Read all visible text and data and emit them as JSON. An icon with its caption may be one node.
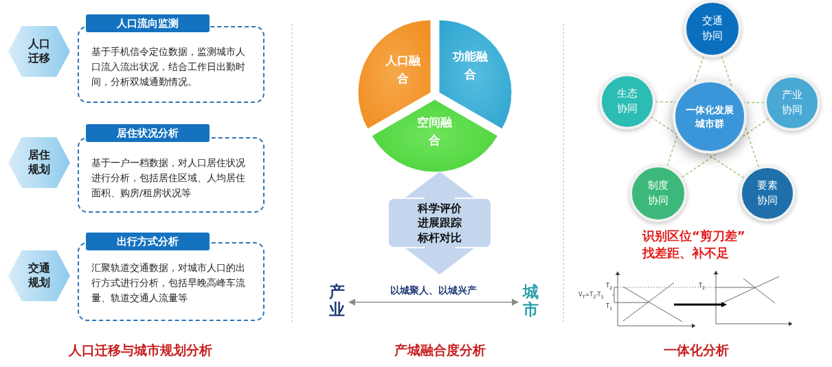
{
  "diagram": {
    "nodes": [
      {
        "text": [
          "人口迁移"
        ]
      },
      {
        "text": [
          "人口流向监测"
        ]
      },
      {
        "text": [
          "基于手机信令定位数据，监测城市人口流入流出状况，结合工作日出勤时间，分析双城通勤情况。"
        ]
      },
      {
        "text": [
          "居住规划"
        ]
      },
      {
        "text": [
          "居住状况分析"
        ]
      },
      {
        "text": [
          "基于一户一档数据，对人口居住状况进行分析，包括居住区域、人均居住面积、购房/租房状况等"
        ]
      },
      {
        "text": [
          "交通规划"
        ]
      },
      {
        "text": [
          "出行方式分析"
        ]
      },
      {
        "text": [
          "汇聚轨道交通数据，对城市人口的出行方式进行分析，包括早晚高峰车流量、轨道交通人流量等"
        ]
      },
      {
        "text": [
          "人口融合"
        ]
      },
      {
        "text": [
          "功能融合"
        ]
      },
      {
        "text": [
          "空间融合"
        ]
      },
      {
        "text": [
          "科学评价进展跟踪标杆对比"
        ]
      },
      {
        "text": [
          "产业"
        ]
      },
      {
        "text": [
          "城市"
        ]
      },
      {
        "text": [
          "一体化发展城市群"
        ]
      },
      {
        "text": [
          "交通协同"
        ]
      },
      {
        "text": [
          "生态协同"
        ]
      },
      {
        "text": [
          "产业协同"
        ]
      },
      {
        "text": [
          "制度协同"
        ]
      },
      {
        "text": [
          "要素协同"
        ]
      }
    ],
    "edges": [
      {
        "from": 13,
        "to": 14,
        "arrow": "both",
        "label": "以城聚人、以城兴产"
      },
      {
        "from": 16,
        "to": 15,
        "arrow": "none",
        "style": "dashed",
        "color": "#a9c47f"
      },
      {
        "from": 16,
        "to": 15,
        "arrow": "none",
        "style": "dashed",
        "color": "#a9c47f"
      },
      {
        "from": 17,
        "to": 15,
        "arrow": "none",
        "style": "dashed",
        "color": "#a9c47f"
      },
      {
        "from": 17,
        "to": 15,
        "arrow": "none",
        "style": "dashed",
        "color": "#a9c47f"
      },
      {
        "from": 18,
        "to": 15,
        "arrow": "none",
        "style": "dashed",
        "color": "#a9c47f"
      },
      {
        "from": 18,
        "to": 15,
        "arrow": "none",
        "style": "dashed",
        "color": "#a9c47f"
      },
      {
        "from": 19,
        "to": 15,
        "arrow": "none",
        "style": "dashed",
        "color": "#a9c47f"
      },
      {
        "from": 19,
        "to": 15,
        "arrow": "none",
        "style": "dashed",
        "color": "#a9c47f"
      },
      {
        "from": 20,
        "to": 15,
        "arrow": "none",
        "style": "dashed",
        "color": "#a9c47f"
      },
      {
        "from": 20,
        "to": 15,
        "arrow": "none",
        "style": "dashed",
        "color": "#a9c47f"
      }
    ],
    "labels": [
      "识别区位“剪刀差”",
      "找差距、补不足",
      "T$_{2}$",
      "V$_{T}$=T$_{2}$-T$_{1}$",
      "T$_{1}$",
      "T$_{2}$",
      "人口迁移与城市规划分析",
      "产城融合度分析",
      "一体化分析"
    ]
  }
}
